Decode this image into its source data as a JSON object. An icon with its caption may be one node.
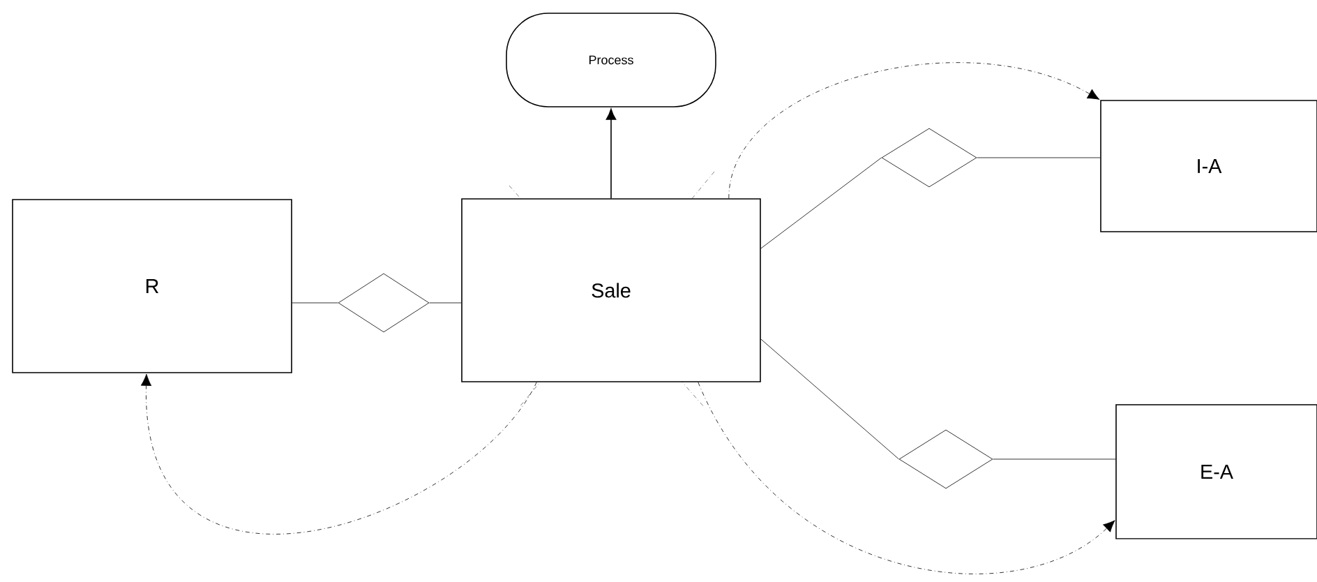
{
  "diagram": {
    "nodes": [
      {
        "text": [
          "Process"
        ]
      },
      {
        "text": [
          "R"
        ]
      },
      {
        "text": [
          "Sale"
        ]
      },
      {
        "text": [
          "I-A"
        ]
      },
      {
        "text": [
          "E-A"
        ]
      },
      {
        "text": [],
        "shape": "diamond"
      },
      {
        "text": [],
        "shape": "diamond"
      },
      {
        "text": [],
        "shape": "diamond"
      }
    ],
    "edges": [
      {
        "from": 2,
        "to": 0,
        "arrow": "to"
      },
      {
        "from": 1,
        "to": 5,
        "arrow": "none"
      },
      {
        "from": 5,
        "to": 2,
        "arrow": "none"
      },
      {
        "from": 2,
        "to": 6,
        "arrow": "none"
      },
      {
        "from": 6,
        "to": 3,
        "arrow": "none"
      },
      {
        "from": 2,
        "to": 7,
        "arrow": "none"
      },
      {
        "from": 7,
        "to": 4,
        "arrow": "none"
      },
      {
        "from": 2,
        "to": 3,
        "arrow": "to",
        "style": "dashed"
      },
      {
        "from": 2,
        "to": 1,
        "arrow": "to",
        "style": "dashed"
      },
      {
        "from": 2,
        "to": 4,
        "arrow": "to",
        "style": "dashed"
      }
    ]
  }
}
